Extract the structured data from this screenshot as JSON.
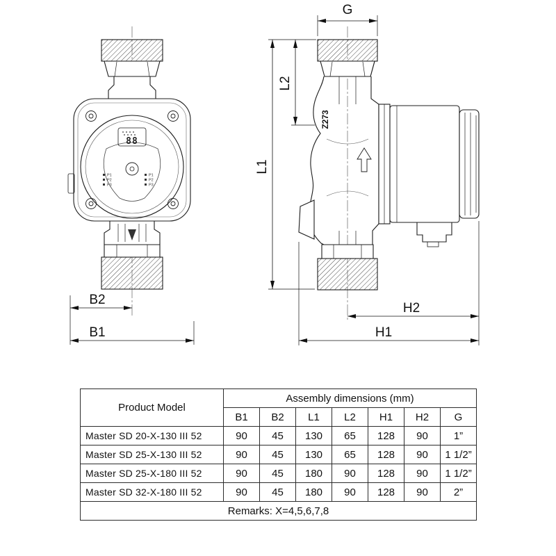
{
  "drawing": {
    "front_view": {
      "display_value": "88",
      "dim_b1": "B1",
      "dim_b2": "B2",
      "panel_labels_left": [
        "P1",
        "P2",
        "P3"
      ],
      "panel_labels_right": [
        "P1",
        "P2",
        "P3"
      ]
    },
    "side_view": {
      "motor_marking": "Z273",
      "dim_g": "G",
      "dim_l1": "L1",
      "dim_l2": "L2",
      "dim_h1": "H1",
      "dim_h2": "H2"
    }
  },
  "table": {
    "product_model_header": "Product  Model",
    "assembly_header": "Assembly  dimensions (mm)",
    "columns": [
      "B1",
      "B2",
      "L1",
      "L2",
      "H1",
      "H2",
      "G"
    ],
    "rows": [
      {
        "model": "Master SD 20-X-130 III 52",
        "values": [
          "90",
          "45",
          "130",
          "65",
          "128",
          "90",
          "1”"
        ]
      },
      {
        "model": "Master SD 25-X-130 III 52",
        "values": [
          "90",
          "45",
          "130",
          "65",
          "128",
          "90",
          "1 1/2”"
        ]
      },
      {
        "model": "Master SD 25-X-180 III 52",
        "values": [
          "90",
          "45",
          "180",
          "90",
          "128",
          "90",
          "1 1/2”"
        ]
      },
      {
        "model": "Master SD 32-X-180 III 52",
        "values": [
          "90",
          "45",
          "180",
          "90",
          "128",
          "90",
          "2”"
        ]
      }
    ],
    "remarks": "Remarks: X=4,5,6,7,8"
  }
}
